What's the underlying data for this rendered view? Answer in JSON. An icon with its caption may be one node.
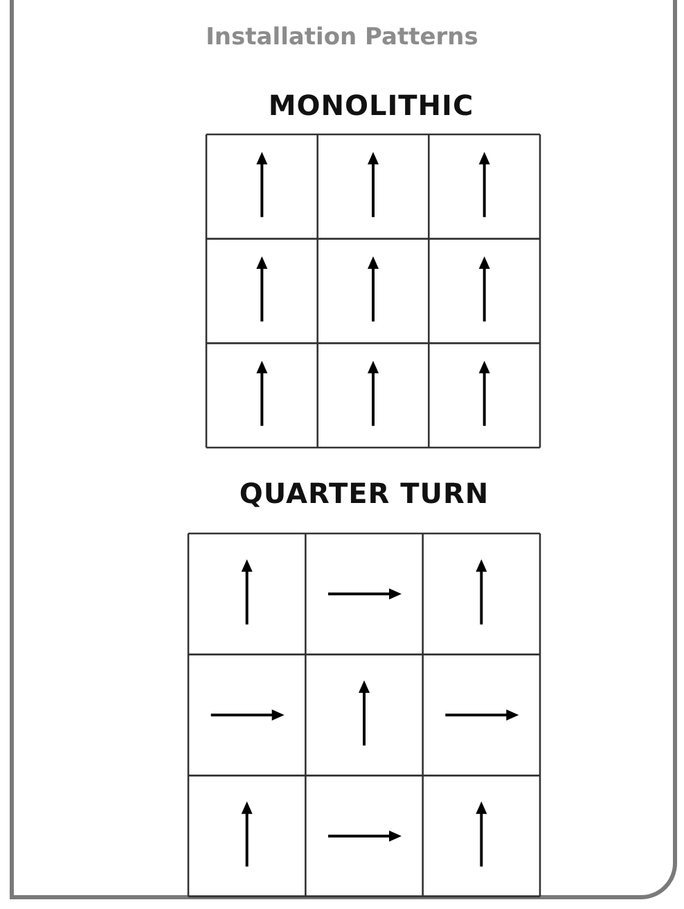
{
  "diagram": {
    "title": "Installation Patterns",
    "labels": [
      "MONOLITHIC",
      "QUARTER TURN"
    ]
  }
}
